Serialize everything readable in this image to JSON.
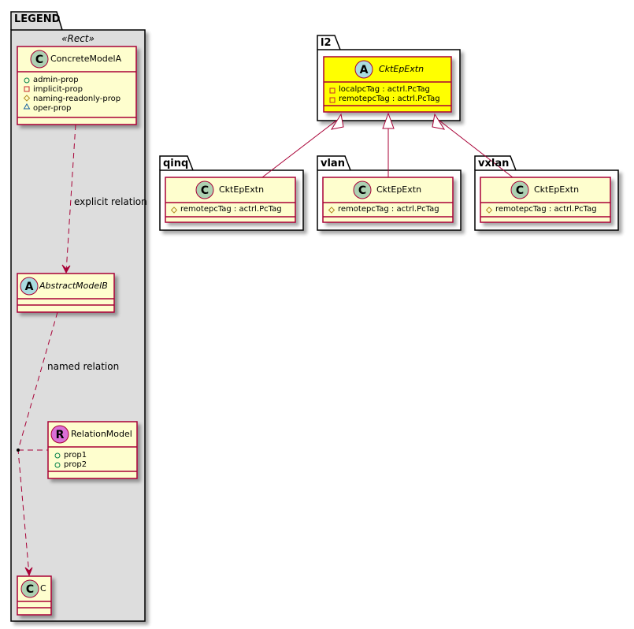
{
  "colors": {
    "class_fill": "#FEFECE",
    "class_border": "#A80036",
    "highlight_fill": "#FFFF00",
    "legend_fill": "#DDDDDD",
    "edge": "#A80036",
    "class_spot": "#ADD1B2",
    "abstract_spot": "#A9DCDF",
    "relation_spot": "#DA70D6",
    "public_icon": "#038048",
    "private_icon": "#C82930",
    "protected_icon": "#B38D22",
    "package_icon": "#1963A0"
  },
  "legend": {
    "title": "LEGEND",
    "stereotype": "«Rect»",
    "classes": {
      "concrete": {
        "spot": "C",
        "name": "ConcreteModelA",
        "attributes": [
          {
            "visibility": "public",
            "text": "admin-prop"
          },
          {
            "visibility": "private",
            "text": "implicit-prop"
          },
          {
            "visibility": "protected",
            "text": "naming-readonly-prop"
          },
          {
            "visibility": "package",
            "text": "oper-prop"
          }
        ]
      },
      "abstract": {
        "spot": "A",
        "name": "AbstractModelB"
      },
      "relation": {
        "spot": "R",
        "name": "RelationModel",
        "attributes": [
          {
            "visibility": "public",
            "text": "prop1"
          },
          {
            "visibility": "public",
            "text": "prop2"
          }
        ]
      },
      "c": {
        "spot": "C",
        "name": "C"
      }
    },
    "edges": {
      "explicit": "explicit relation",
      "named": "named relation"
    }
  },
  "packages": {
    "l2": {
      "title": "l2",
      "class": {
        "spot": "A",
        "name": "CktEpExtn",
        "attributes": [
          {
            "visibility": "private",
            "text": "localpcTag : actrl.PcTag"
          },
          {
            "visibility": "private",
            "text": "remotepcTag : actrl.PcTag"
          }
        ]
      }
    },
    "qinq": {
      "title": "qinq",
      "class": {
        "spot": "C",
        "name": "CktEpExtn",
        "attributes": [
          {
            "visibility": "protected",
            "text": "remotepcTag : actrl.PcTag"
          }
        ]
      }
    },
    "vlan": {
      "title": "vlan",
      "class": {
        "spot": "C",
        "name": "CktEpExtn",
        "attributes": [
          {
            "visibility": "protected",
            "text": "remotepcTag : actrl.PcTag"
          }
        ]
      }
    },
    "vxlan": {
      "title": "vxlan",
      "class": {
        "spot": "C",
        "name": "CktEpExtn",
        "attributes": [
          {
            "visibility": "protected",
            "text": "remotepcTag : actrl.PcTag"
          }
        ]
      }
    }
  }
}
